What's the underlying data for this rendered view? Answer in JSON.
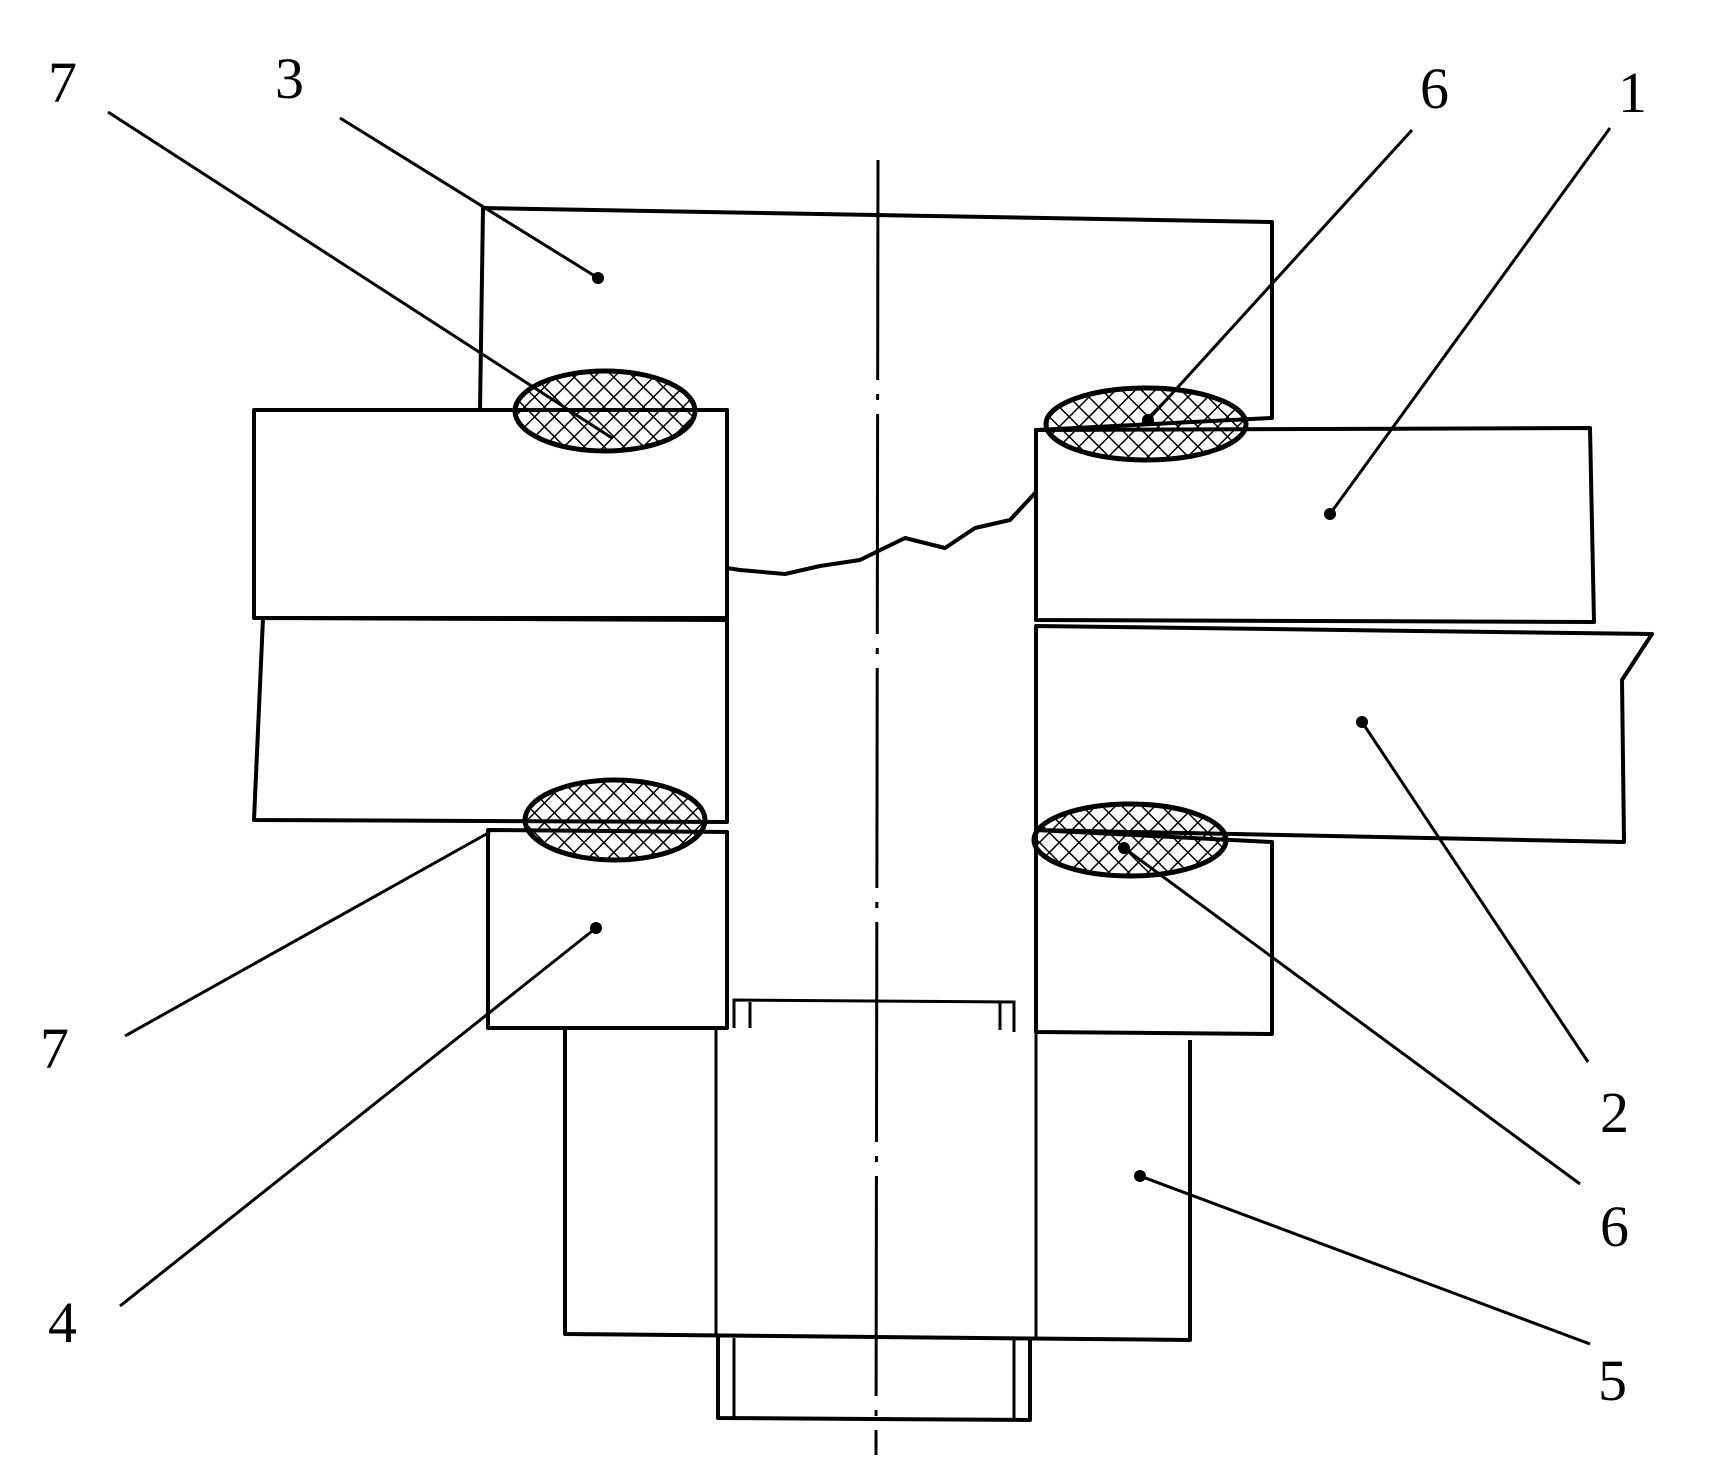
{
  "diagram": {
    "labels": [
      {
        "id": "label-7-top",
        "text": "7"
      },
      {
        "id": "label-3",
        "text": "3"
      },
      {
        "id": "label-6-top",
        "text": "6"
      },
      {
        "id": "label-1",
        "text": "1"
      },
      {
        "id": "label-7-bottom",
        "text": "7"
      },
      {
        "id": "label-2",
        "text": "2"
      },
      {
        "id": "label-6-bottom",
        "text": "6"
      },
      {
        "id": "label-4",
        "text": "4"
      },
      {
        "id": "label-5",
        "text": "5"
      }
    ],
    "colors": {
      "ink": "#000000",
      "paper": "#ffffff"
    }
  }
}
